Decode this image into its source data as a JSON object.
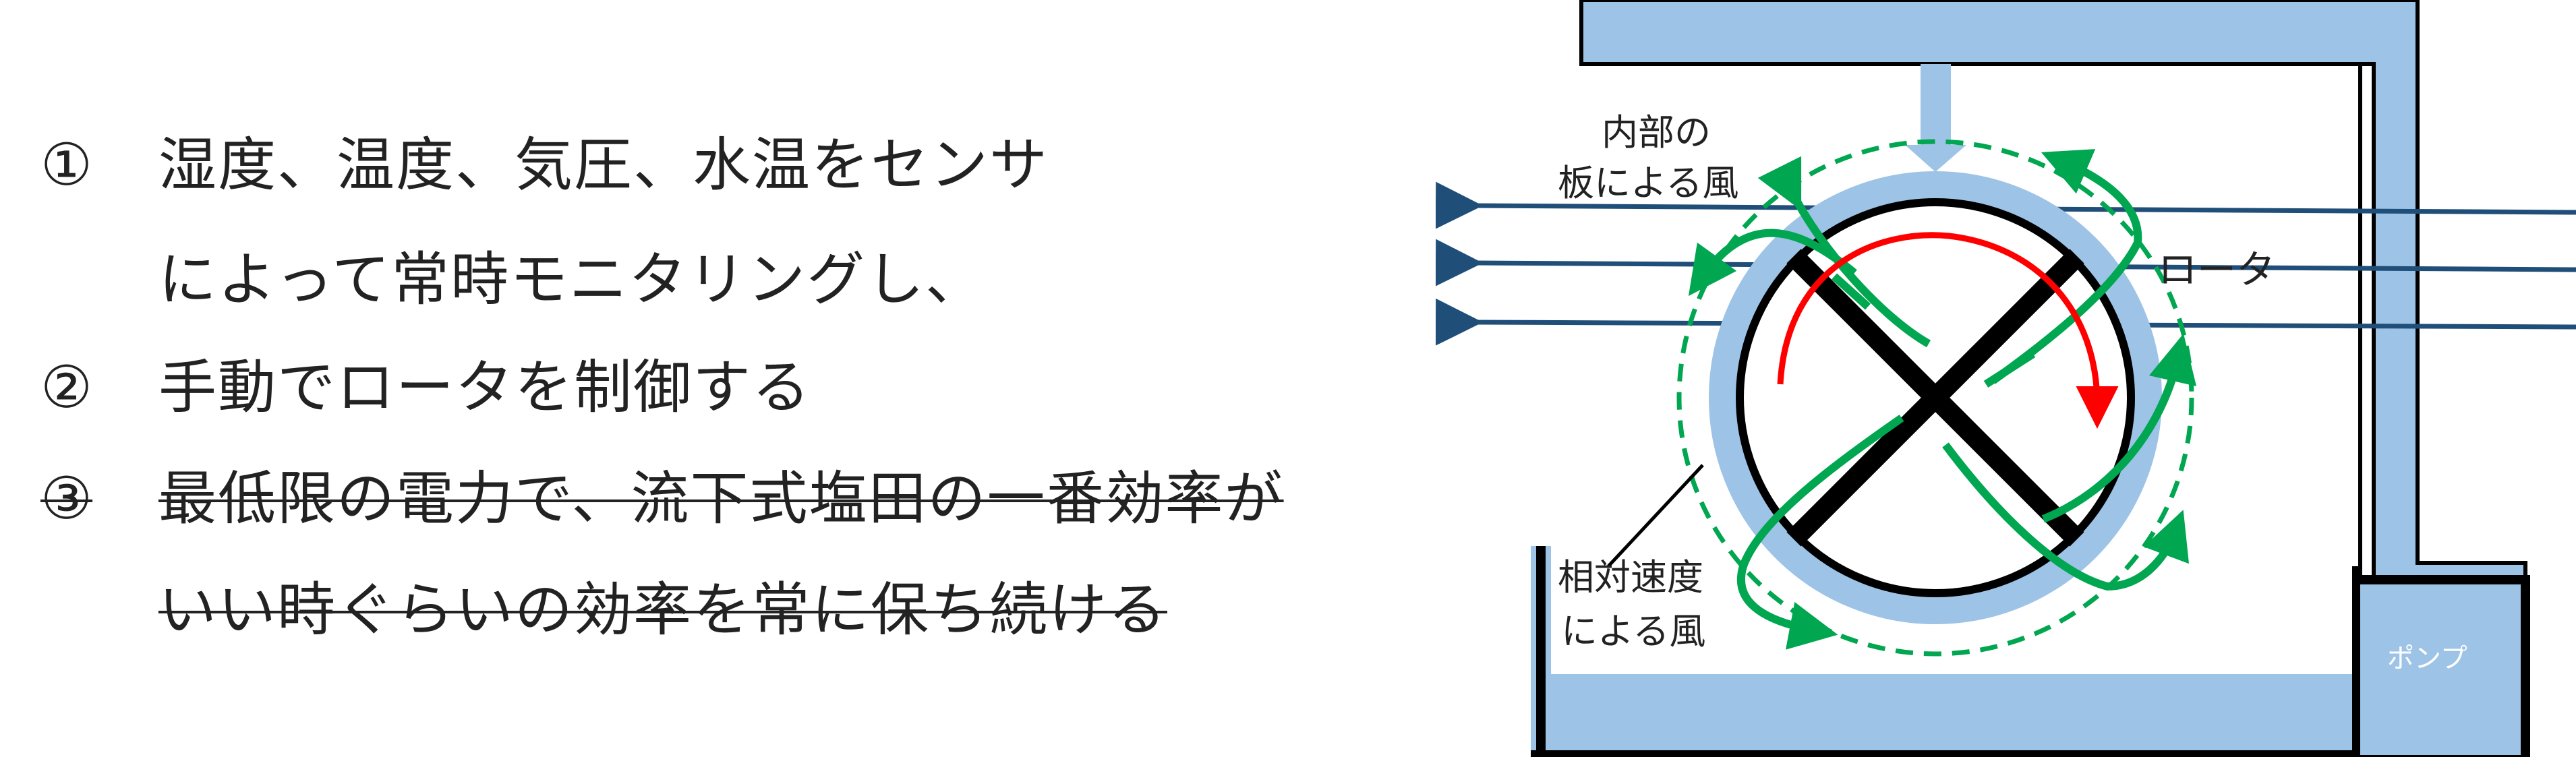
{
  "text_list": {
    "items": [
      {
        "number": "①",
        "lines": [
          "湿度、温度、気圧、水温をセンサ",
          "によって常時モニタリングし、"
        ],
        "struck": false
      },
      {
        "number": "②",
        "lines": [
          "手動でロータを制御する"
        ],
        "struck": false
      },
      {
        "number": "③",
        "lines": [
          "最低限の電力で、流下式塩田の一番効率が",
          "いい時ぐらいの効率を常に保ち続ける"
        ],
        "struck": true
      }
    ]
  },
  "diagram": {
    "labels": {
      "internal_wind_line1": "内部の",
      "internal_wind_line2": "板による風",
      "rotor": "ロータ",
      "relative_wind_line1": "相対速度",
      "relative_wind_line2": "による風",
      "pump": "ポンプ"
    },
    "colors": {
      "structure": "#9dc3e6",
      "rotor_ring": "#9dc3e6",
      "flow_lines": "#1f4e79",
      "wind_arrows": "#00a650",
      "rotation_arrow": "#ff0000",
      "outline": "#000000"
    }
  }
}
